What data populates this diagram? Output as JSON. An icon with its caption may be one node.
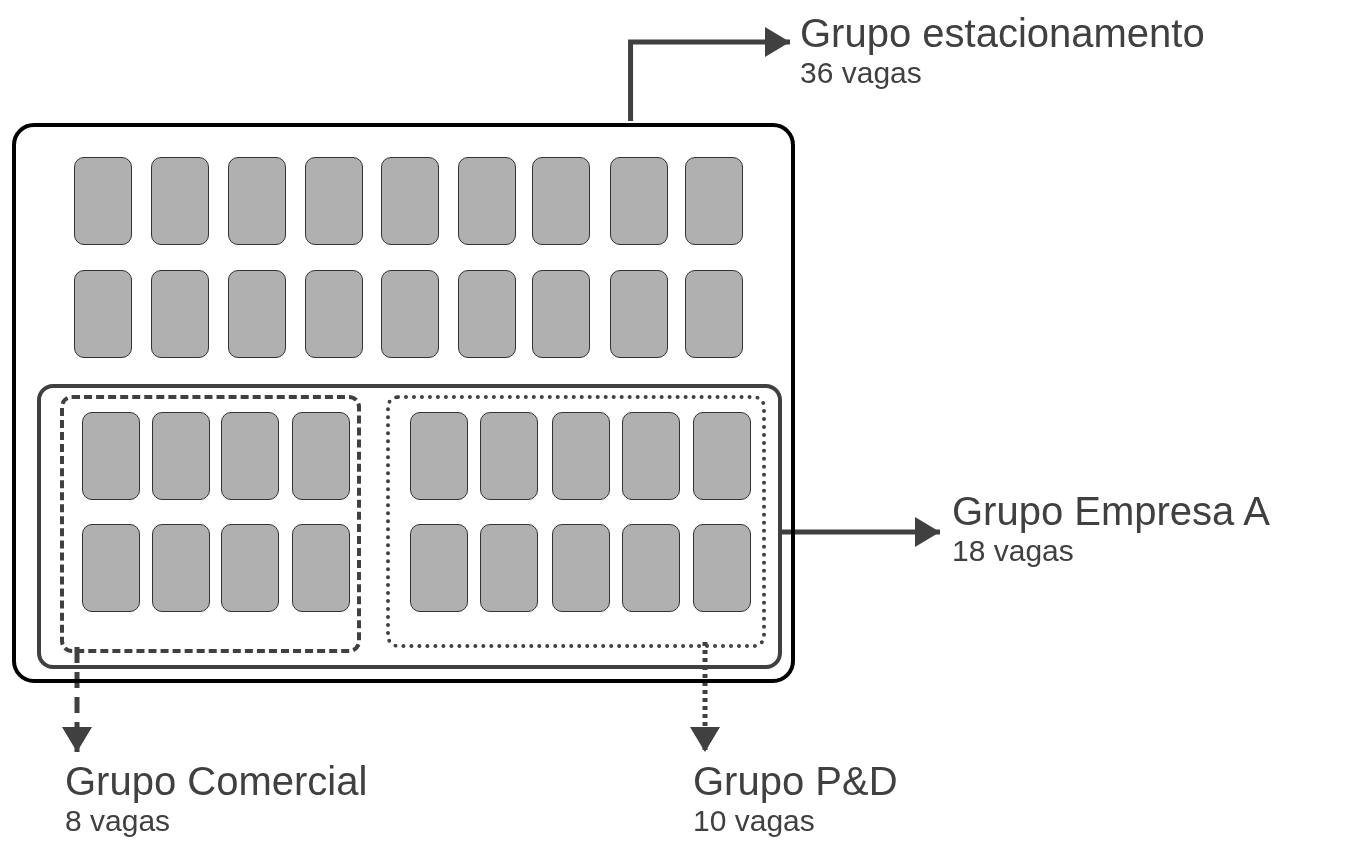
{
  "diagram": {
    "nodes": [
      {
        "text": [],
        "shape": "box"
      },
      {
        "text": [],
        "shape": "box",
        "in": 0
      },
      {
        "text": [],
        "shape": "box",
        "in": 0
      },
      {
        "text": [],
        "shape": "box",
        "in": 0
      },
      {
        "text": [],
        "shape": "box",
        "in": 0
      },
      {
        "text": [],
        "shape": "box",
        "in": 0
      },
      {
        "text": [],
        "shape": "box",
        "in": 0
      },
      {
        "text": [],
        "shape": "box",
        "in": 0
      },
      {
        "text": [],
        "shape": "box",
        "in": 0
      },
      {
        "text": [],
        "shape": "box",
        "in": 0
      },
      {
        "text": [],
        "shape": "box",
        "in": 0
      },
      {
        "text": [],
        "shape": "box",
        "in": 0
      },
      {
        "text": [],
        "shape": "box",
        "in": 0
      },
      {
        "text": [],
        "shape": "box",
        "in": 0
      },
      {
        "text": [],
        "shape": "box",
        "in": 0
      },
      {
        "text": [],
        "shape": "box",
        "in": 0
      },
      {
        "text": [],
        "shape": "box",
        "in": 0
      },
      {
        "text": [],
        "shape": "box",
        "in": 0
      },
      {
        "text": [],
        "shape": "box",
        "in": 0
      },
      {
        "text": [],
        "shape": "box",
        "in": 0
      },
      {
        "text": [],
        "shape": "box",
        "in": 19
      },
      {
        "text": [],
        "shape": "box",
        "in": 20
      },
      {
        "text": [],
        "shape": "box",
        "in": 20
      },
      {
        "text": [],
        "shape": "box",
        "in": 20
      },
      {
        "text": [],
        "shape": "box",
        "in": 20
      },
      {
        "text": [],
        "shape": "box",
        "in": 20
      },
      {
        "text": [],
        "shape": "box",
        "in": 20
      },
      {
        "text": [],
        "shape": "box",
        "in": 20
      },
      {
        "text": [],
        "shape": "box",
        "in": 20
      },
      {
        "text": [],
        "shape": "box",
        "in": 19
      },
      {
        "text": [],
        "shape": "box",
        "in": 29
      },
      {
        "text": [],
        "shape": "box",
        "in": 29
      },
      {
        "text": [],
        "shape": "box",
        "in": 29
      },
      {
        "text": [],
        "shape": "box",
        "in": 29
      },
      {
        "text": [],
        "shape": "box",
        "in": 29
      },
      {
        "text": [],
        "shape": "box",
        "in": 29
      },
      {
        "text": [],
        "shape": "box",
        "in": 29
      },
      {
        "text": [],
        "shape": "box",
        "in": 29
      },
      {
        "text": [],
        "shape": "box",
        "in": 29
      },
      {
        "text": [],
        "shape": "box",
        "in": 29
      },
      {
        "text": [
          "Grupo estacionamento",
          "36 vagas"
        ]
      },
      {
        "text": [
          "Grupo Empresa A",
          "18 vagas"
        ]
      },
      {
        "text": [
          "Grupo Comercial",
          "8 vagas"
        ]
      },
      {
        "text": [
          "Grupo P&D",
          "10 vagas"
        ]
      }
    ],
    "edges": [
      {
        "from": 0,
        "to": 40,
        "arrow": "to"
      },
      {
        "from": 19,
        "to": 41,
        "arrow": "to"
      },
      {
        "from": 20,
        "to": 42,
        "arrow": "to",
        "style": "dashed"
      },
      {
        "from": 29,
        "to": 43,
        "arrow": "to",
        "style": "dashed"
      }
    ]
  }
}
